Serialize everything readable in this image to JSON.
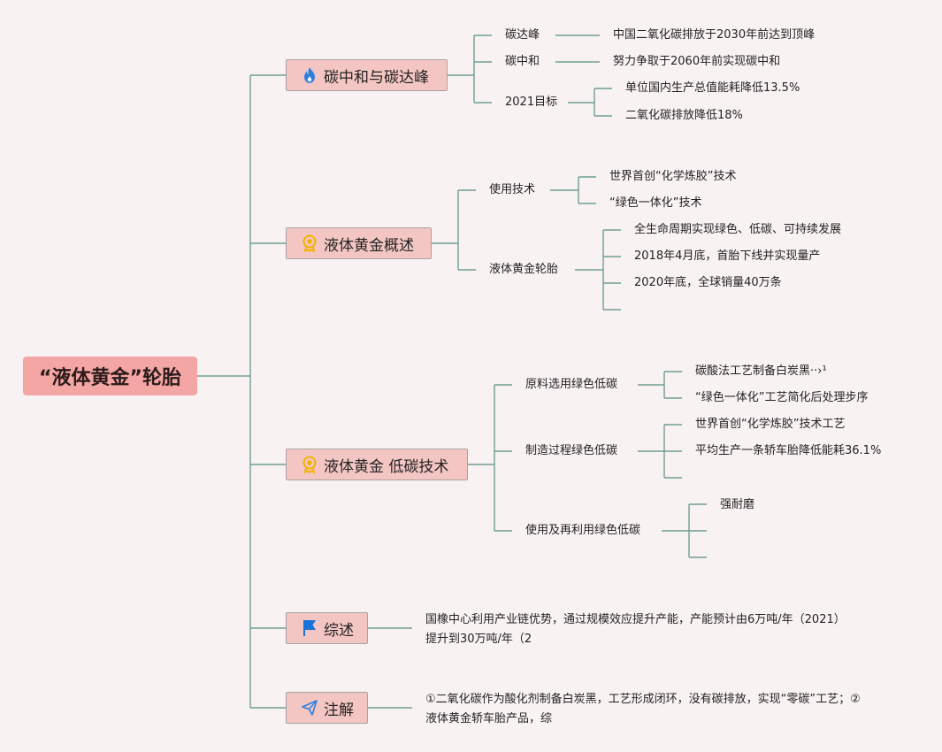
{
  "root": {
    "title": "“液体黄金”轮胎"
  },
  "branches": {
    "peak": {
      "title": "碳中和与碳达峰",
      "icon": "flame-icon",
      "items": [
        {
          "label": "碳达峰",
          "detail": "中国二氧化碳排放于2030年前达到顶峰"
        },
        {
          "label": "碳中和",
          "detail": "努力争取于2060年前实现碳中和"
        },
        {
          "label": "2021目标",
          "details": [
            "单位国内生产总值能耗降低13.5%",
            "二氧化碳排放降低18%"
          ]
        }
      ]
    },
    "overview": {
      "title": "液体黄金概述",
      "icon": "medal-icon",
      "tech": {
        "label": "使用技术",
        "details": [
          "世界首创“化学炼胶”技术",
          "“绿色一体化”技术"
        ]
      },
      "tire": {
        "label": "液体黄金轮胎",
        "details": [
          "全生命周期实现绿色、低碳、可持续发展",
          "2018年4月底，首胎下线并实现量产",
          "2020年底，全球销量40万条"
        ]
      }
    },
    "lowcarbon": {
      "title": "液体黄金 低碳技术",
      "icon": "medal-icon",
      "material": {
        "label": "原料选用绿色低碳",
        "details": [
          "碳酸法工艺制备白炭黑··›¹",
          "“绿色一体化”工艺简化后处理步序"
        ]
      },
      "process": {
        "label": "制造过程绿色低碳",
        "details": [
          "世界首创“化学炼胶”技术工艺",
          "平均生产一条轿车胎降低能耗36.1%"
        ]
      },
      "reuse": {
        "label": "使用及再利用绿色低碳",
        "details": [
          "强耐磨"
        ]
      }
    },
    "summary": {
      "title": "综述",
      "icon": "flag-icon",
      "text": "国橡中心利用产业链优势，通过规模效应提升产能，产能预计由6万吨/年（2021）提升到30万吨/年（2"
    },
    "notes": {
      "title": "注解",
      "icon": "paper-plane-icon",
      "text": "①二氧化碳作为酸化剂制备白炭黑，工艺形成闭环，没有碳排放，实现“零碳”工艺；②液体黄金轿车胎产品，综"
    }
  },
  "colors": {
    "line": "#6f9e90",
    "root": "#f4a6a4",
    "branch": "#f4c6c3",
    "flame": "#2a7fe0",
    "medal": "#f2b300",
    "flag": "#1a73d9",
    "plane": "#2a7fe0"
  }
}
